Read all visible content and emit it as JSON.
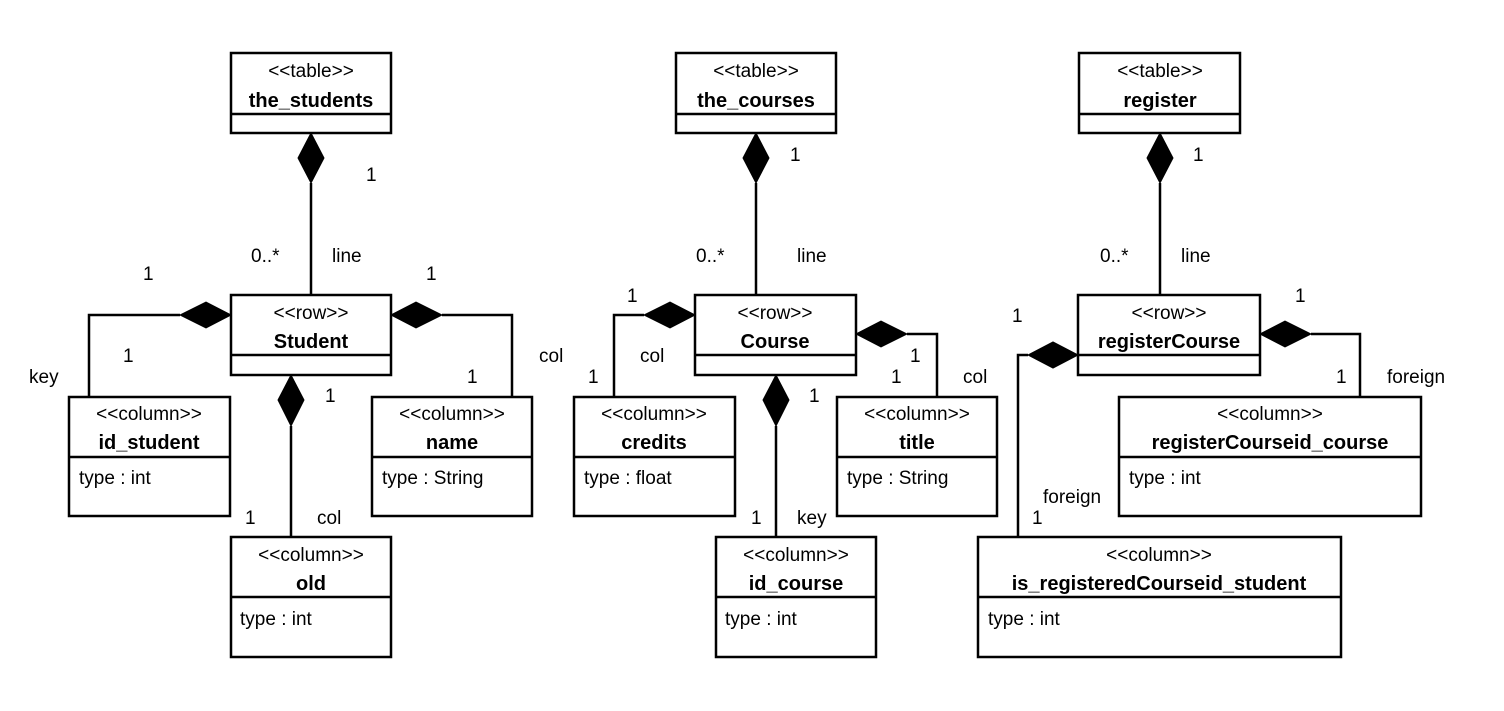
{
  "classes": {
    "the_students": {
      "stereotype": "<<table>>",
      "name": "the_students",
      "attr": ""
    },
    "the_courses": {
      "stereotype": "<<table>>",
      "name": "the_courses",
      "attr": ""
    },
    "register": {
      "stereotype": "<<table>>",
      "name": "register",
      "attr": ""
    },
    "student": {
      "stereotype": "<<row>>",
      "name": "Student",
      "attr": ""
    },
    "course": {
      "stereotype": "<<row>>",
      "name": "Course",
      "attr": ""
    },
    "registerCourse": {
      "stereotype": "<<row>>",
      "name": "registerCourse",
      "attr": ""
    },
    "id_student": {
      "stereotype": "<<column>>",
      "name": "id_student",
      "attr": "type : int"
    },
    "name": {
      "stereotype": "<<column>>",
      "name": "name",
      "attr": "type : String"
    },
    "old": {
      "stereotype": "<<column>>",
      "name": "old",
      "attr": "type : int"
    },
    "credits": {
      "stereotype": "<<column>>",
      "name": "credits",
      "attr": "type : float"
    },
    "title": {
      "stereotype": "<<column>>",
      "name": "title",
      "attr": "type : String"
    },
    "id_course": {
      "stereotype": "<<column>>",
      "name": "id_course",
      "attr": "type : int"
    },
    "registerCourseid_course": {
      "stereotype": "<<column>>",
      "name": "registerCourseid_course",
      "attr": "type : int"
    },
    "is_registeredCourseid_student": {
      "stereotype": "<<column>>",
      "name": "is_registeredCourseid_student",
      "attr": "type : int"
    }
  },
  "labels": {
    "students_table_mult": "1",
    "students_row_mult": "0..*",
    "students_line": "line",
    "key_idstudent_mult_row": "1",
    "key_idstudent_mult_col": "1",
    "key_idstudent_role": "key",
    "name_mult_row": "1",
    "name_mult_col": "1",
    "name_role": "col",
    "old_mult_row": "1",
    "old_mult_col": "1",
    "old_role": "col",
    "courses_table_mult": "1",
    "courses_row_mult": "0..*",
    "courses_line": "line",
    "credits_mult_row": "1",
    "credits_role": "col",
    "credits_mult_col": "1",
    "title_mult_row": "1",
    "title_mult_col": "1",
    "title_role": "col",
    "idcourse_mult_row": "1",
    "idcourse_mult_col": "1",
    "idcourse_role": "key",
    "register_table_mult": "1",
    "register_row_mult": "0..*",
    "register_line": "line",
    "isreg_mult_row": "1",
    "isreg_role": "foreign",
    "isreg_mult_col": "1",
    "regcourse_mult_row": "1",
    "regcourse_mult_col": "1",
    "regcourse_role": "foreign"
  }
}
